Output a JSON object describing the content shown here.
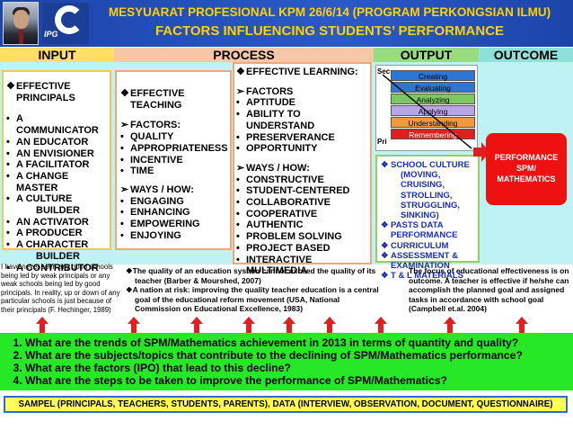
{
  "header": {
    "title1": "MESYUARAT PROFESIONAL  KPM 26/6/14 (PROGRAM PERKONGSIAN ILMU)",
    "title2": "FACTORS INFLUENCING STUDENTS’ PERFORMANCE",
    "logo_text": "IPG"
  },
  "columns": {
    "input": "INPUT",
    "process": "PROCESS",
    "output": "OUTPUT",
    "outcome": "OUTCOME"
  },
  "input": {
    "heading1": "EFFECTIVE",
    "heading2": "PRINCIPALS",
    "items": [
      "A COMMUNICATOR",
      "AN EDUCATOR",
      "AN ENVISIONER",
      "A FACILITATOR",
      "A  CHANGE MASTER",
      "A  CULTURE",
      "BUILDER",
      "AN ACTIVATOR",
      "A PRODUCER",
      "A CHARACTER",
      "BUILDER",
      "A CONTRIBUTOR"
    ]
  },
  "teaching": {
    "heading1": "EFFECTIVE",
    "heading2": "TEACHING",
    "factors_label": "FACTORS:",
    "factors": [
      "QUALITY",
      "APPROPRIATENESS",
      "INCENTIVE",
      "TIME"
    ],
    "ways_label": "WAYS / HOW:",
    "ways": [
      "ENGAGING",
      "ENHANCING",
      "EMPOWERING",
      "ENJOYING"
    ]
  },
  "learning": {
    "heading": "EFFECTIVE LEARNING:",
    "factors_label": "FACTORS",
    "factors": [
      "APTITUDE",
      "ABILITY TO UNDERSTAND",
      "PRESERVERANCE",
      "OPPORTUNITY"
    ],
    "ways_label": "WAYS / HOW:",
    "ways": [
      "CONSTRUCTIVE",
      "STUDENT-CENTERED",
      "COLLABORATIVE",
      "COOPERATIVE",
      "AUTHENTIC",
      "PROBLEM SOLVING",
      "PROJECT BASED",
      "INTERACTIVE MULTIMEDIA"
    ]
  },
  "pyramid": {
    "sec_label": "Sec",
    "pri_label": "Pri",
    "levels": [
      {
        "label": "Creating",
        "color": "#2e75d6"
      },
      {
        "label": "Evaluating",
        "color": "#2e75d6"
      },
      {
        "label": "Analyzing",
        "color": "#7cc860"
      },
      {
        "label": "Applying",
        "color": "#b9a5e6"
      },
      {
        "label": "Understanding",
        "color": "#f29a3a"
      },
      {
        "label": "Remembering",
        "color": "#e0201c"
      }
    ]
  },
  "school": {
    "items": [
      {
        "text": "SCHOOL CULTURE",
        "type": "dia"
      },
      {
        "text": "(MOVING, CRUISING,",
        "type": "ind"
      },
      {
        "text": "STROLLING,",
        "type": "ind"
      },
      {
        "text": "STRUGGLING,",
        "type": "ind"
      },
      {
        "text": "SINKING)",
        "type": "ind"
      },
      {
        "text": "PASTS DATA",
        "type": "dia"
      },
      {
        "text": "PERFORMANCE",
        "type": "ind0"
      },
      {
        "text": "CURRICULUM",
        "type": "dia"
      },
      {
        "text": "ASSESSMENT &",
        "type": "dia"
      },
      {
        "text": "EXAMINATION",
        "type": "ind0"
      },
      {
        "text": "T & L MATERIALS",
        "type": "dia"
      }
    ]
  },
  "outcome": {
    "line1": "PERFORMANCE",
    "line2": "SPM/",
    "line3": "MATHEMATICS"
  },
  "quotes": {
    "left": "I have never seen any good schools  being led by weak principals or any weak schools being led by good principals.  In reality, up or down of any particular schools is just because of their principals (F. Hechinger, 1989)",
    "middle1": "The quality of an education system cannot exceed the quality of its teacher (Barber & Mourshed, 2007)",
    "middle2": "A nation at risk: improving the quality teacher education is a central goal of the educational reform movement  (USA, National Commission on Educational Excellence, 1983)",
    "right": "The focus of educational effectiveness is on outcome.  A teacher is effective if he/she can accomplish the planned goal and assigned tasks in accordance with school goal (Campbell et.al. 2004)"
  },
  "questions": [
    "What are the trends of SPM/Mathematics achievement in 2013 in terms of quantity and quality?",
    "What are the subjects/topics that contribute to the declining of SPM/Mathematics performance?",
    "What are the factors (IPO) that lead to this decline?",
    "What are the steps to be taken to improve the performance of SPM/Mathematics?"
  ],
  "sampel": "SAMPEL (PRINCIPALS, TEACHERS, STUDENTS,  PARENTS),  DATA (INTERVIEW, OBSERVATION, DOCUMENT, QUESTIONNAIRE)",
  "colors": {
    "header": "#1d44a8",
    "title": "#ffd200",
    "band": "#bff2f2",
    "questions_bg": "#27e827",
    "sampel_bg": "#ffff55",
    "outcome_bg": "#ee1111",
    "arrow": "#e02020"
  }
}
